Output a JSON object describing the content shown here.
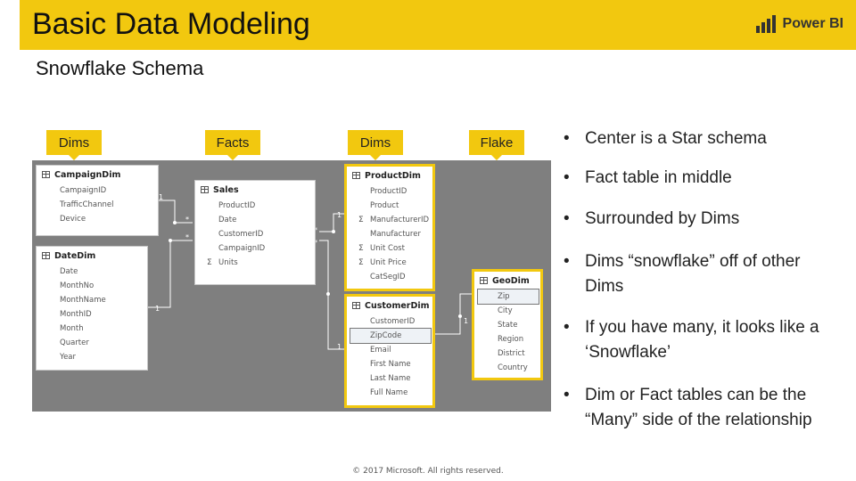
{
  "header": {
    "title": "Basic Data Modeling",
    "logo_text": "Power BI"
  },
  "subtitle": "Snowflake Schema",
  "tags": {
    "dims_left": "Dims",
    "facts": "Facts",
    "dims_mid": "Dims",
    "flake": "Flake"
  },
  "tables": {
    "campaign_dim": {
      "name": "CampaignDim",
      "fields": [
        "CampaignID",
        "TrafficChannel",
        "Device"
      ]
    },
    "date_dim": {
      "name": "DateDim",
      "fields": [
        "Date",
        "MonthNo",
        "MonthName",
        "MonthID",
        "Month",
        "Quarter",
        "Year"
      ]
    },
    "sales": {
      "name": "Sales",
      "fields": [
        "ProductID",
        "Date",
        "CustomerID",
        "CampaignID",
        "Units"
      ]
    },
    "product_dim": {
      "name": "ProductDim",
      "fields": [
        "ProductID",
        "Product",
        "ManufacturerID",
        "Manufacturer",
        "Unit Cost",
        "Unit Price",
        "CatSegID"
      ]
    },
    "customer_dim": {
      "name": "CustomerDim",
      "fields": [
        "CustomerID",
        "ZipCode",
        "Email",
        "First Name",
        "Last Name",
        "Full Name"
      ]
    },
    "geo_dim": {
      "name": "GeoDim",
      "fields": [
        "Zip",
        "City",
        "State",
        "Region",
        "District",
        "Country"
      ]
    }
  },
  "cardinality": {
    "one": "1",
    "many": "*"
  },
  "bullets": [
    "Center is a Star schema",
    "Fact table in middle",
    "Surrounded by Dims",
    "Dims “snowflake” off of other Dims",
    "If you have many, it looks like a ‘Snowflake’",
    "Dim or Fact tables can be the “Many” side of the relationship"
  ],
  "footer": "© 2017 Microsoft. All rights reserved.",
  "colors": {
    "accent": "#f2c80f",
    "diagram_bg": "#7f7f7f"
  },
  "icons": {
    "table": "table-icon",
    "sum": "sigma-icon",
    "logo": "power-bi-logo-icon"
  }
}
